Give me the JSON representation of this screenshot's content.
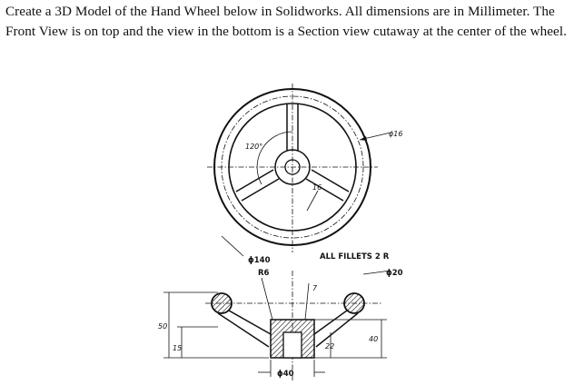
{
  "prompt_text": "Create a 3D Model of the Hand Wheel below in Solidworks. All dimensions are in Millimeter. The Front View is on top and the view in the bottom is a Section view cutaway at the center of the wheel.",
  "drawing_labels": {
    "dia_16": "ϕ16",
    "angle_120": "120°",
    "dim_16": "16",
    "dia_140": "ϕ140",
    "all_fillets": "ALL FILLETS  2 R",
    "r6": "R6",
    "dia_20": "ϕ20",
    "dim_7": "7",
    "dim_50": "50",
    "dim_15": "15",
    "dim_22": "22",
    "dim_40": "40",
    "dia_40": "ϕ40"
  }
}
